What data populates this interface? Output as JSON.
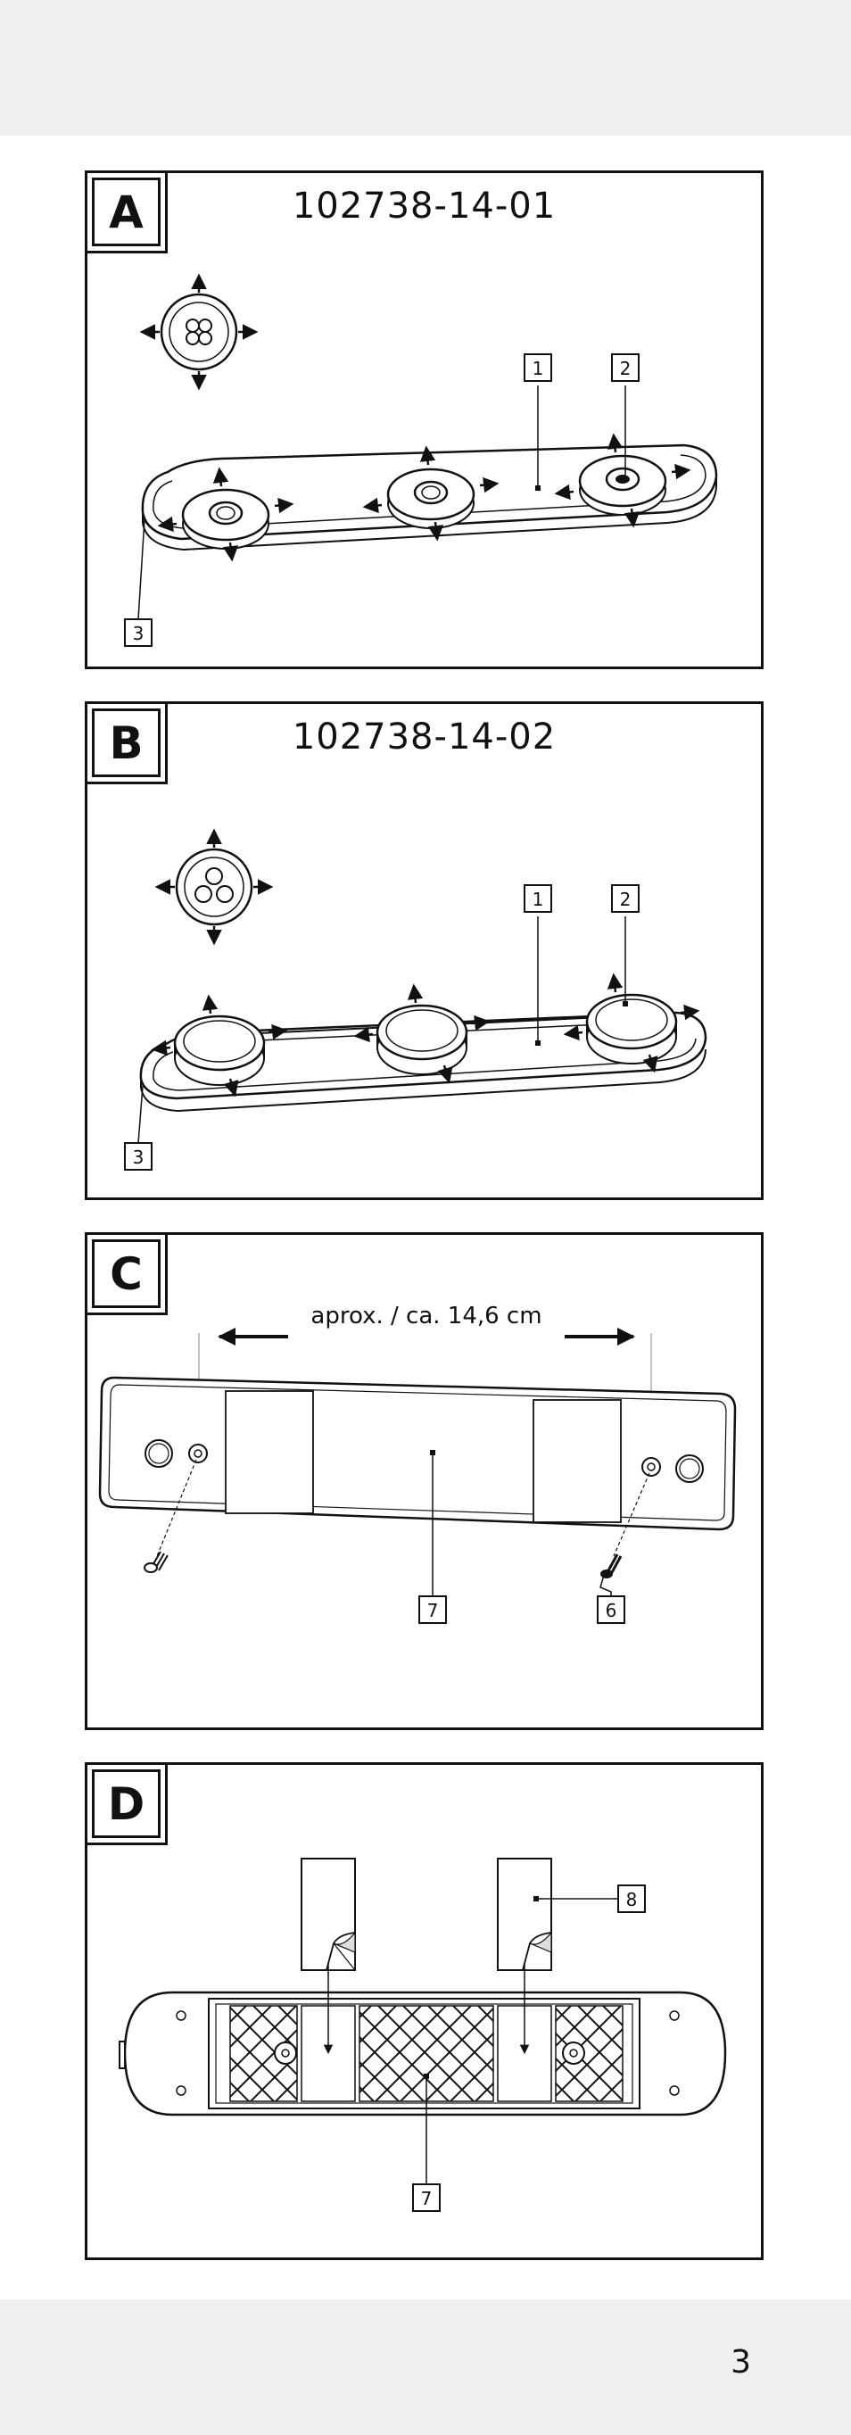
{
  "page": {
    "number": "3"
  },
  "panels": {
    "a": {
      "letter": "A",
      "model": "102738-14-01",
      "callouts": [
        "1",
        "2",
        "3"
      ]
    },
    "b": {
      "letter": "B",
      "model": "102738-14-02",
      "callouts": [
        "1",
        "2",
        "3"
      ]
    },
    "c": {
      "letter": "C",
      "dimension": "aprox. / ca. 14,6 cm",
      "callouts": [
        "7",
        "6"
      ]
    },
    "d": {
      "letter": "D",
      "callouts": [
        "8",
        "7"
      ]
    }
  }
}
